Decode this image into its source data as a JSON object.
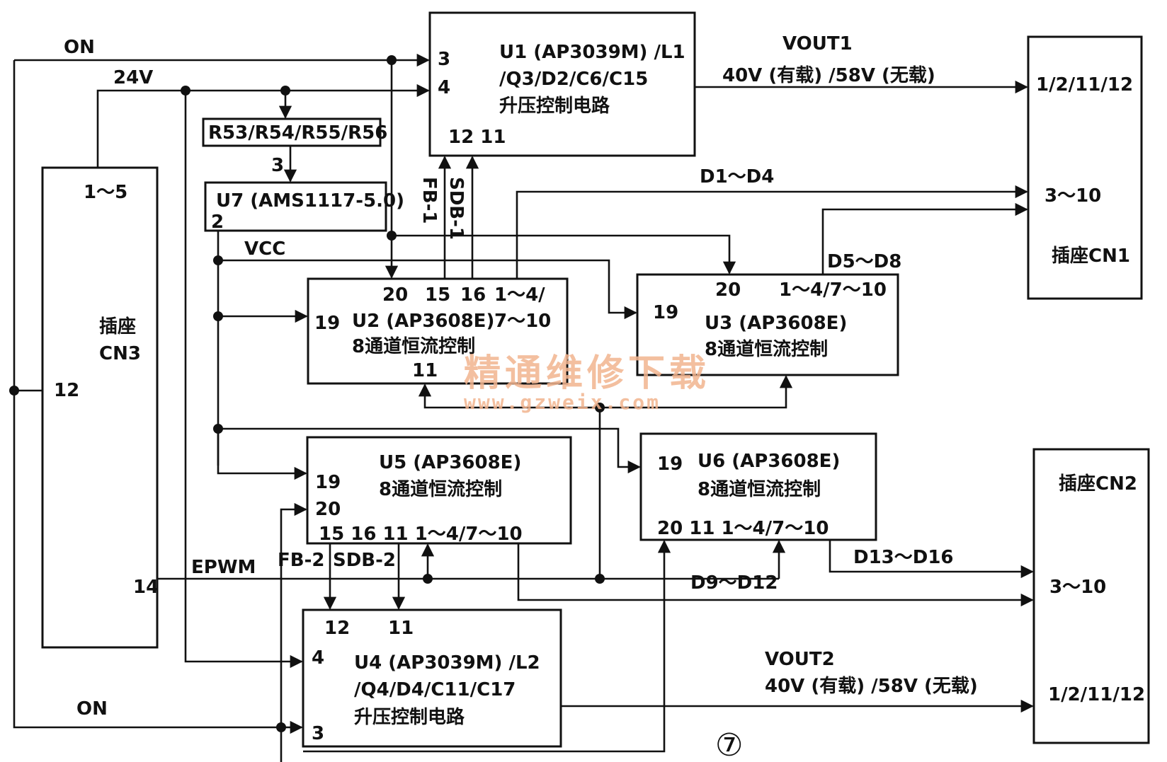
{
  "connectors": {
    "cn3": {
      "name": "插座\nCN3",
      "pin_1_5": "1～5",
      "pin_12": "12",
      "pin_14": "14"
    },
    "cn1": {
      "name": "插座CN1",
      "pin_power": "1/2/11/12",
      "pin_led": "3～10"
    },
    "cn2": {
      "name": "插座CN2",
      "pin_led": "3～10",
      "pin_power": "1/2/11/12"
    }
  },
  "blocks": {
    "u1": {
      "line1": "U1 (AP3039M) /L1",
      "line2": "/Q3/D2/C6/C15",
      "line3": "升压控制电路",
      "pin3": "3",
      "pin4": "4",
      "pin12_11": "12  11"
    },
    "r": {
      "label": "R53/R54/R55/R56",
      "pin3": "3"
    },
    "u7": {
      "label": "U7 (AMS1117-5.0)",
      "pin2": "2"
    },
    "u2": {
      "title": "U2 (AP3608E)",
      "desc": "8通道恒流控制",
      "pin19": "19",
      "pin20": "20",
      "pin15": "15",
      "pin16": "16",
      "pin_out": "1～4/",
      "pin_out2": "7～10",
      "pin11": "11"
    },
    "u3": {
      "title": "U3 (AP3608E)",
      "desc": "8通道恒流控制",
      "pin19": "19",
      "pin20": "20",
      "pin_out": "1～4/7～10"
    },
    "u5": {
      "title": "U5 (AP3608E)",
      "desc": "8通道恒流控制",
      "pin19": "19",
      "pin20": "20",
      "pins_bottom": "15     16  11  1～4/7～10"
    },
    "u6": {
      "title": "U6 (AP3608E)",
      "desc": "8通道恒流控制",
      "pin19": "19",
      "pins_bottom": "20   11   1～4/7～10"
    },
    "u4": {
      "line1": "U4 (AP3039M) /L2",
      "line2": "/Q4/D4/C11/C17",
      "line3": "升压控制电路",
      "pin12": "12",
      "pin11": "11",
      "pin4": "4",
      "pin3": "3"
    }
  },
  "nets": {
    "on_top": "ON",
    "on_bottom": "ON",
    "v24": "24V",
    "vcc": "VCC",
    "epwm": "EPWM",
    "fb1": "FB-1",
    "sdb1": "SDB-1",
    "fb2": "FB-2",
    "sdb2": "SDB-2",
    "d1_d4": "D1～D4",
    "d5_d8": "D5～D8",
    "d9_d12": "D9～D12",
    "d13_d16": "D13～D16",
    "vout1": "VOUT1",
    "vout1_val": "40V (有载) /58V (无载)",
    "vout2": "VOUT2",
    "vout2_val": "40V (有载) /58V (无载)"
  },
  "watermark": {
    "line1": "精通维修下载",
    "line2": "www.gzweix.com"
  },
  "figure_number": "⑦"
}
